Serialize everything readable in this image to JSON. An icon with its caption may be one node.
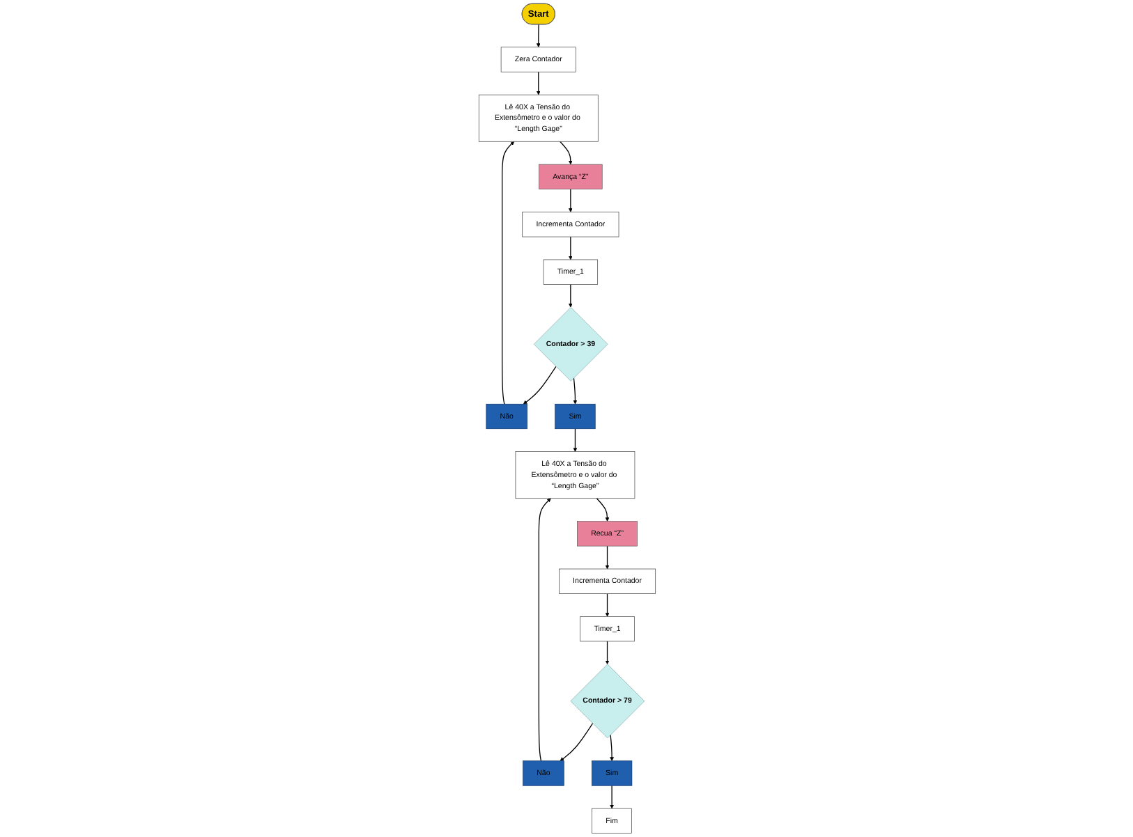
{
  "diagram": {
    "nodes": [
      {
        "text": [
          "Start"
        ]
      },
      {
        "text": [
          "Zera Contador"
        ]
      },
      {
        "text": [
          "Lê 40X a Tensão do Extensômetro e o valor do “Length Gage”"
        ]
      },
      {
        "text": [
          "Avança “Z”"
        ]
      },
      {
        "text": [
          "Incrementa Contador"
        ]
      },
      {
        "text": [
          "Timer_1"
        ]
      },
      {
        "text": [
          "Contador > 39"
        ]
      },
      {
        "text": [
          "Não"
        ]
      },
      {
        "text": [
          "Sim"
        ]
      },
      {
        "text": [
          "Lê 40X a Tensão do Extensômetro e o valor do “Length Gage”"
        ]
      },
      {
        "text": [
          "Recua “Z”"
        ]
      },
      {
        "text": [
          "Incrementa Contador"
        ]
      },
      {
        "text": [
          "Timer_1"
        ]
      },
      {
        "text": [
          "Contador > 79"
        ]
      },
      {
        "text": [
          "Não"
        ]
      },
      {
        "text": [
          "Sim"
        ]
      },
      {
        "text": [
          "Fim"
        ]
      }
    ],
    "edges": [
      {
        "from": 0,
        "to": 1,
        "arrow": "to"
      },
      {
        "from": 1,
        "to": 2,
        "arrow": "to"
      },
      {
        "from": 2,
        "to": 3,
        "arrow": "to"
      },
      {
        "from": 3,
        "to": 4,
        "arrow": "to"
      },
      {
        "from": 4,
        "to": 5,
        "arrow": "to"
      },
      {
        "from": 5,
        "to": 6,
        "arrow": "to"
      },
      {
        "from": 6,
        "to": 7,
        "arrow": "to"
      },
      {
        "from": 6,
        "to": 8,
        "arrow": "to"
      },
      {
        "from": 7,
        "to": 2,
        "arrow": "to"
      },
      {
        "from": 8,
        "to": 9,
        "arrow": "to"
      },
      {
        "from": 9,
        "to": 10,
        "arrow": "to"
      },
      {
        "from": 10,
        "to": 11,
        "arrow": "to"
      },
      {
        "from": 11,
        "to": 12,
        "arrow": "to"
      },
      {
        "from": 12,
        "to": 13,
        "arrow": "to"
      },
      {
        "from": 13,
        "to": 14,
        "arrow": "to"
      },
      {
        "from": 13,
        "to": 15,
        "arrow": "to"
      },
      {
        "from": 14,
        "to": 9,
        "arrow": "to"
      },
      {
        "from": 15,
        "to": 16,
        "arrow": "to"
      }
    ]
  }
}
